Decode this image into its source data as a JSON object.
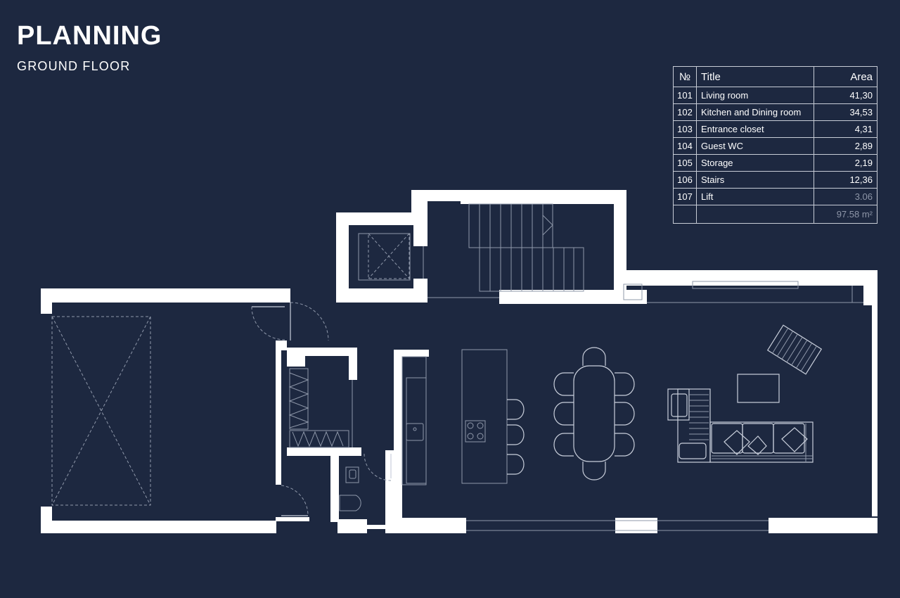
{
  "header": {
    "title": "PLANNING",
    "subtitle": "GROUND FLOOR"
  },
  "room_table": {
    "columns": [
      "№",
      "Title",
      "Area"
    ],
    "rows": [
      {
        "no": "101",
        "title": "Living room",
        "area": "41,30"
      },
      {
        "no": "102",
        "title": "Kitchen and Dining room",
        "area": "34,53"
      },
      {
        "no": "103",
        "title": "Entrance closet",
        "area": "4,31"
      },
      {
        "no": "104",
        "title": "Guest WC",
        "area": "2,89"
      },
      {
        "no": "105",
        "title": "Storage",
        "area": "2,19"
      },
      {
        "no": "106",
        "title": "Stairs",
        "area": "12,36"
      },
      {
        "no": "107",
        "title": "Lift",
        "area": "3.06"
      }
    ],
    "total": "97.58 m²"
  },
  "colors": {
    "background": "#1d2840",
    "walls": "#ffffff",
    "furniture_lines": "#c9cfdb"
  }
}
